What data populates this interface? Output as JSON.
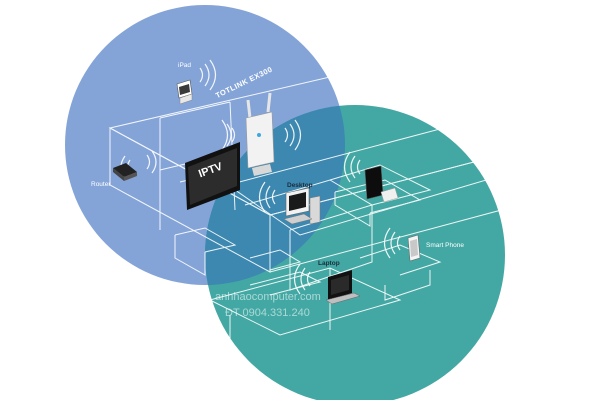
{
  "labels": {
    "ipad": "iPad",
    "router": "Router",
    "brand": "TOTLINK EX300",
    "iptv": "IPTV",
    "desktop": "Desktop",
    "laptop": "Laptop",
    "smartphone": "Smart Phone"
  },
  "watermark": {
    "site": "anhhaocomputer.com",
    "phone": "ĐT 0904.331.240"
  },
  "colors": {
    "left_circle": "#7d9fd6",
    "right_circle": "#2f9e9a",
    "overlap": "#3d88b0",
    "outline": "#ffffff"
  }
}
